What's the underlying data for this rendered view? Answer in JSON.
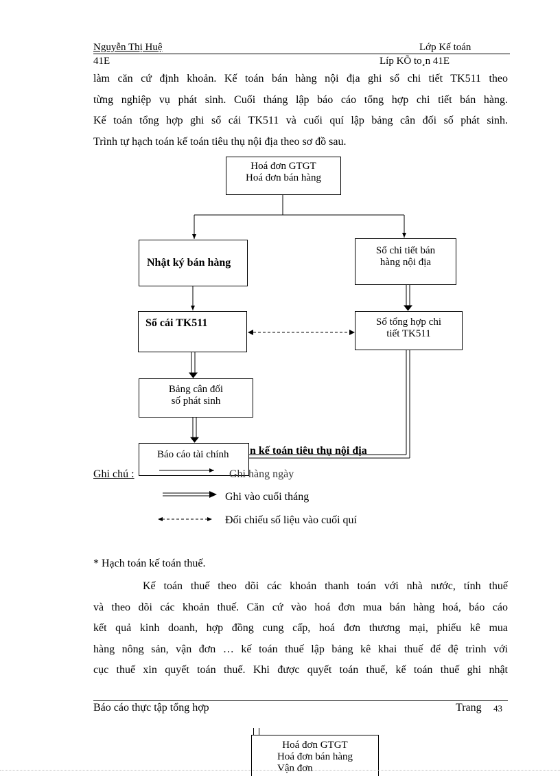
{
  "header": {
    "author": "Nguyễn Thị Huệ",
    "class_label": "Lớp Kế toán",
    "class_suffix": "41E",
    "class_garbled": "Líp KÕ to¸n 41E"
  },
  "intro_lines": [
    "làm căn cứ định khoản. Kế toán bán hàng nội địa ghi sổ chi tiết TK511 theo",
    "từng nghiệp vụ phát sinh. Cuối tháng lập báo cáo tổng hợp chi tiết bán hàng.",
    "Kế toán tổng hợp ghi sổ cái TK511 và cuối quí lập bảng cân đối số phát sinh.",
    "Trình tự hạch toán kế toán tiêu thụ nội địa theo sơ đồ sau."
  ],
  "diagram": {
    "invoice_line1": "Hoá đơn GTGT",
    "invoice_line2": "Hoá đơn bán hàng",
    "sales_journal": "Nhật ký bán hàng",
    "detail_book_line1": "Sổ chi tiết bán",
    "detail_book_line2": "hàng nội địa",
    "ledger": "Sổ cái TK511",
    "summary_line1": "Sổ tổng hợp chi",
    "summary_line2": "tiết TK511",
    "balance_line1": "Bảng cân đối",
    "balance_line2": "số phát sinh",
    "financial_report": "Báo cáo tài chính",
    "caption_partial": "n kế toán tiêu thụ nội địa"
  },
  "legend": {
    "label": "Ghi chú :",
    "daily": "Ghi hàng ngày",
    "monthly": "Ghi vào cuối tháng",
    "quarterly": "Đối chiếu số liệu vào cuối quí"
  },
  "tax_heading": "* Hạch toán kế toán thuế.",
  "tax_lines": [
    "Kế toán thuế theo dõi các khoản thanh toán với nhà nước, tính thuế",
    "và theo dõi các khoản thuế. Căn cứ vào hoá đơn mua bán hàng hoá, báo cáo",
    "kết quả kinh doanh, hợp đồng cung cấp, hoá đơn thương mại, phiếu kê mua",
    "hàng nông sản, vận đơn … kế toán thuế lập bảng kê khai thuế để đệ trình với",
    "cục thuế xin quyết toán thuế. Khi được quyết toán thuế, kế toán thuế ghi nhật"
  ],
  "footer": {
    "title": "Báo cáo thực tập tổng hợp",
    "page_label": "Trang",
    "page_number": "43"
  },
  "next_page": {
    "line1": "Hoá đơn GTGT",
    "line2": "Hoá đơn bán hàng",
    "line3": "Vận đơn"
  }
}
